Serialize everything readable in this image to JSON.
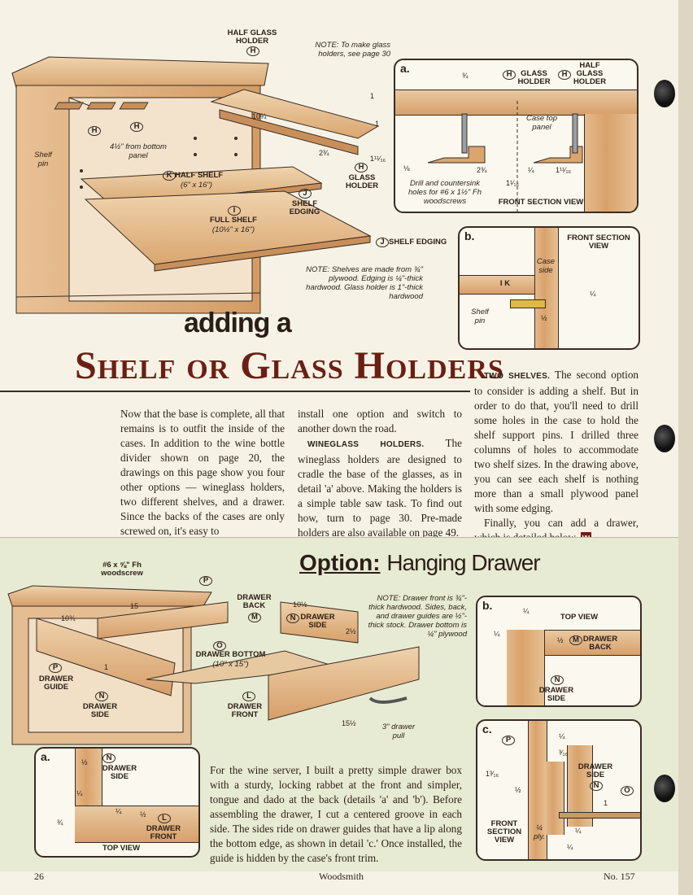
{
  "header": {
    "kicker": "adding a",
    "title": "Shelf or Glass Holders"
  },
  "top_drawing": {
    "labels": {
      "half_glass_holder": "HALF GLASS HOLDER",
      "h_top": "H",
      "note_glass": "NOTE: To make glass holders, see page 30",
      "dim_10_3_4": "10¾",
      "dim_1a": "1",
      "dim_1b": "1",
      "dim_2_3_4": "2¾",
      "dim_1_11_16": "1¹¹⁄₁₆",
      "glass_holder": "GLASS HOLDER",
      "h_glass": "H",
      "h_left1": "H",
      "h_left2": "H",
      "shelf_pin": "Shelf pin",
      "from_bottom": "4½\" from bottom panel",
      "k": "K",
      "half_shelf": "HALF SHELF",
      "half_shelf_size": "(6\" x 16\")",
      "j1": "J",
      "shelf_edging1": "SHELF EDGING",
      "i": "I",
      "full_shelf": "FULL SHELF",
      "full_shelf_size": "(10½\" x 16\")",
      "j2": "J",
      "shelf_edging2": "SHELF EDGING",
      "note_shelves": "NOTE: Shelves are made from ¾\" plywood. Edging is ¼\"-thick hardwood. Glass holder is 1\"-thick hardwood"
    }
  },
  "detail_a_top": {
    "tag": "a.",
    "glass_holder": "GLASS HOLDER",
    "h1": "H",
    "half_glass_holder": "HALF GLASS HOLDER",
    "h2": "H",
    "dim_3_4": "¾",
    "case_top_panel": "Case top panel",
    "dim_1_8": "⅛",
    "dim_2_3_4": "2¾",
    "dim_1_4": "¼",
    "dim_1_11_16": "1¹¹⁄₁₆",
    "dim_1_1_16": "1¹⁄₁₆",
    "drill_note": "Drill and countersink holes for #6 x 1½\" Fh woodscrews",
    "view": "FRONT SECTION VIEW"
  },
  "detail_b_top": {
    "tag": "b.",
    "view": "FRONT SECTION VIEW",
    "case_side": "Case side",
    "ik": "I K",
    "shelf_pin": "Shelf pin",
    "dim_1_4": "¼",
    "dim_1_2": "½"
  },
  "body_top": {
    "col1": "Now that the base is complete, all that remains is to outfit the inside of the cases. In addition to the wine bottle divider shown on page 20, the drawings on this page show you four other options — wineglass holders, two different shelves, and a drawer. Since the backs of the cases are only screwed on, it's easy to",
    "col2_a": "install one option and switch to another down the road.",
    "col2_run": "WINEGLASS HOLDERS.",
    "col2_b": " The wineglass holders are designed to cradle the base of the glasses, as in detail 'a' above. Making the holders is a simple table saw task. To find out how, turn to page 30. Pre-made holders are also available on page 49.",
    "col3_run": "TWO SHELVES.",
    "col3_a": " The second option to consider is adding a shelf. But in order to do that, you'll need to drill some holes in the case to hold the shelf support pins. I drilled three columns of holes to accommodate two shelf sizes. In the drawing above, you can see each shelf is nothing more than a small plywood panel with some edging.",
    "col3_b": "Finally, you can add a drawer, which is detailed below.",
    "endmark": "W"
  },
  "drawer": {
    "title_bold": "Option:",
    "title_rest": "Hanging Drawer",
    "labels": {
      "screw": "#6 x ⅝\" Fh woodscrew",
      "p1": "P",
      "dim_15": "15",
      "dim_10_3_4": "10¾",
      "drawer_back": "DRAWER BACK",
      "m1": "M",
      "dim_10_1_2": "10½",
      "n_side": "N",
      "drawer_side_top": "DRAWER SIDE",
      "dim_2_1_2": "2½",
      "note": "NOTE: Drawer front is ¾\"-thick hardwood. Sides, back, and drawer guides are ½\"-thick stock. Drawer bottom is ¼\" plywood",
      "o": "O",
      "drawer_bottom": "DRAWER BOTTOM",
      "drawer_bottom_size": "(10\" x 15\")",
      "dim_1": "1",
      "p2": "P",
      "drawer_guide": "DRAWER GUIDE",
      "n2": "N",
      "drawer_side": "DRAWER SIDE",
      "l": "L",
      "drawer_front": "DRAWER FRONT",
      "dim_15_1_2": "15½",
      "pull": "3\" drawer pull"
    }
  },
  "detail_a_bottom": {
    "tag": "a.",
    "n": "N",
    "drawer_side": "DRAWER SIDE",
    "dim_1_2": "½",
    "dim_1_4a": "¼",
    "dim_3_4": "¾",
    "dim_1_4b": "¼",
    "dim_1_2b": "½",
    "l": "L",
    "drawer_front": "DRAWER FRONT",
    "view": "TOP VIEW"
  },
  "detail_b_bottom": {
    "tag": "b.",
    "dim_1_4a": "¼",
    "view": "TOP VIEW",
    "dim_1_4b": "¼",
    "dim_1_2": "½",
    "m": "M",
    "drawer_back": "DRAWER BACK",
    "n": "N",
    "drawer_side": "DRAWER SIDE"
  },
  "detail_c_bottom": {
    "tag": "c.",
    "p": "P",
    "dim_1_4a": "¼",
    "dim_3_16": "³⁄₁₆",
    "dim_1_3_16": "1³⁄₁₆",
    "dim_1_2": "½",
    "drawer_side": "DRAWER SIDE",
    "n": "N",
    "o": "O",
    "dim_1": "1",
    "view": "FRONT SECTION VIEW",
    "ply": "¼ ply.",
    "dim_1_4b": "¼",
    "dim_1_4c": "¼"
  },
  "body_bottom": "For the wine server, I built a pretty simple drawer box with a sturdy, locking rabbet at the front and simpler, tongue and dado at the back (details 'a' and 'b'). Before assembling the drawer, I cut a centered groove in each side. The sides ride on drawer guides that have a lip along the bottom edge, as shown in detail 'c.' Once installed, the guide is hidden by the case's front trim.",
  "footer": {
    "page": "26",
    "magazine": "Woodsmith",
    "issue": "No. 157"
  },
  "colors": {
    "title": "#6b1f14",
    "wood": "#dca36e",
    "drawer_bg": "#e8ebd3",
    "ink": "#2a1e16"
  }
}
